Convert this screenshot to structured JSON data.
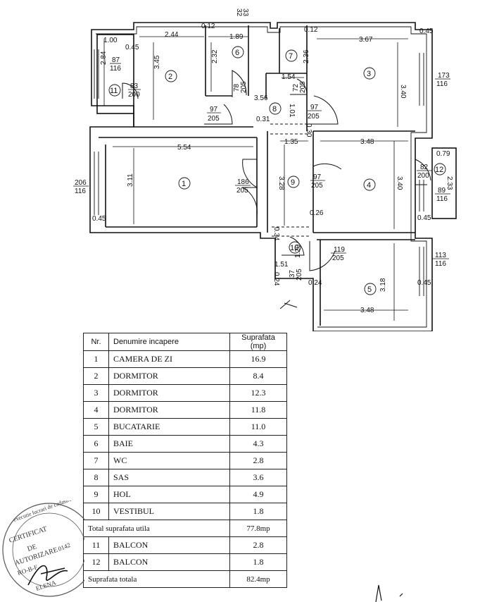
{
  "top_labels": [
    "32",
    "33"
  ],
  "rooms": [
    {
      "no": "1",
      "name": "CAMERA DE ZI",
      "area": "16.9"
    },
    {
      "no": "2",
      "name": "DORMITOR",
      "area": "8.4"
    },
    {
      "no": "3",
      "name": "DORMITOR",
      "area": "12.3"
    },
    {
      "no": "4",
      "name": "DORMITOR",
      "area": "11.8"
    },
    {
      "no": "5",
      "name": "BUCATARIE",
      "area": "11.0"
    },
    {
      "no": "6",
      "name": "BAIE",
      "area": "4.3"
    },
    {
      "no": "7",
      "name": "WC",
      "area": "2.8"
    },
    {
      "no": "8",
      "name": "SAS",
      "area": "3.6"
    },
    {
      "no": "9",
      "name": "HOL",
      "area": "4.9"
    },
    {
      "no": "10",
      "name": "VESTIBUL",
      "area": "1.8"
    },
    {
      "no": "11",
      "name": "BALCON",
      "area": "2.8"
    },
    {
      "no": "12",
      "name": "BALCON",
      "area": "1.8"
    }
  ],
  "table": {
    "col_nr": "Nr.",
    "col_name": "Denumire incapere",
    "col_area": "Suprafata (mp)",
    "useful_total_label": "Total suprafata utila",
    "useful_total_value": "77.8mp",
    "grand_total_label": "Suprafata totala",
    "grand_total_value": "82.4mp"
  },
  "dimensions": {
    "d_244": "2.44",
    "d_012a": "0.12",
    "d_189": "1.89",
    "d_012b": "0.12",
    "d_367": "3.67",
    "d_045a": "0.45",
    "d_100": "1.00",
    "d_045b": "0.45",
    "d_284": "2.84",
    "d_345": "3.45",
    "d_232": "2.32",
    "d_236": "2.36",
    "d_340a": "3.40",
    "d_154": "1.54",
    "d_356": "3.56",
    "d_101": "1.01",
    "d_031": "0.31",
    "d_030": "0.30",
    "d_554": "5.54",
    "d_135": "1.35",
    "d_348a": "3.48",
    "d_079": "0.79",
    "d_311": "3.11",
    "d_328": "3.28",
    "d_340b": "3.40",
    "d_233": "2.33",
    "d_026": "0.26",
    "d_045c": "0.45",
    "d_045d": "0.45",
    "d_034": "0.34",
    "d_151": "1.51",
    "d_120": "1.20",
    "d_318": "3.18",
    "d_024a": "0.24",
    "d_024b": "0.24",
    "d_045e": "0.45",
    "d_348b": "3.48"
  },
  "openings": {
    "w_87_116": [
      "87",
      "116"
    ],
    "w_83_200": [
      "83",
      "200"
    ],
    "w_97_205a": [
      "97",
      "205"
    ],
    "w_78_205": [
      "78",
      "205"
    ],
    "w_72_205": [
      "72",
      "205"
    ],
    "w_97_205b": [
      "97",
      "205"
    ],
    "w_173_116": [
      "173",
      "116"
    ],
    "w_206_116": [
      "206",
      "116"
    ],
    "w_186_205": [
      "186",
      "205"
    ],
    "w_97_205c": [
      "97",
      "205"
    ],
    "w_82_200": [
      "82",
      "200"
    ],
    "w_89_116": [
      "89",
      "116"
    ],
    "w_119_205": [
      "119",
      "205"
    ],
    "w_113_116": [
      "113",
      "116"
    ],
    "w_37_205": [
      "37",
      "205"
    ]
  },
  "stamp": {
    "lines": [
      "CERTIFICAT",
      "DE",
      "AUTORIZARE",
      "RO-B-F",
      "0142",
      "ELENA"
    ],
    "ring_text": "executie lucrari de cadastru"
  }
}
